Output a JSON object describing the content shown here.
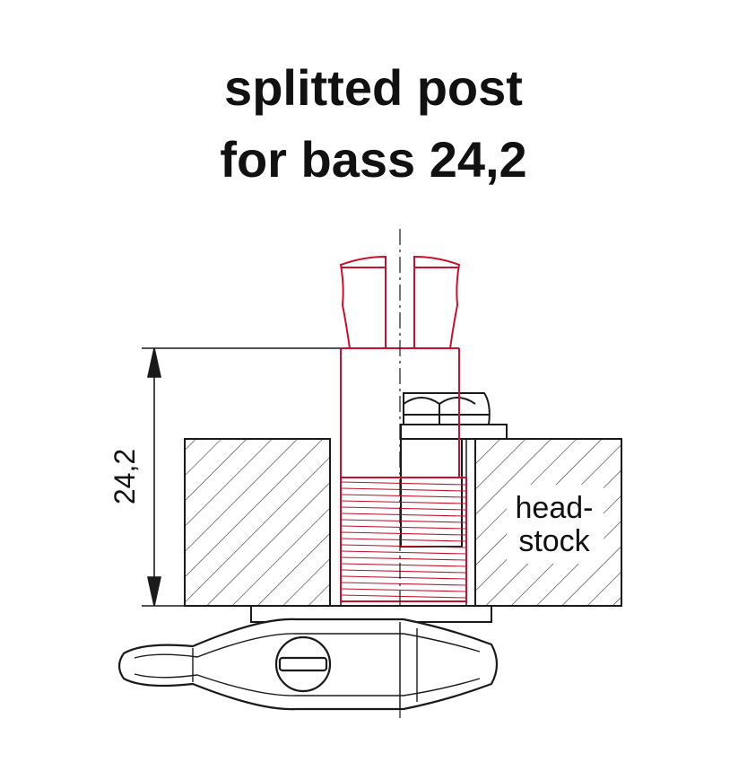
{
  "title": {
    "line1": "splitted post",
    "line2": "for bass 24,2"
  },
  "dimension": {
    "value": "24,2"
  },
  "labels": {
    "headstock_line1": "head-",
    "headstock_line2": "stock"
  },
  "colors": {
    "post": "#c8102e",
    "outline": "#1a1a1a",
    "hatch": "#333333",
    "background": "#ffffff"
  }
}
